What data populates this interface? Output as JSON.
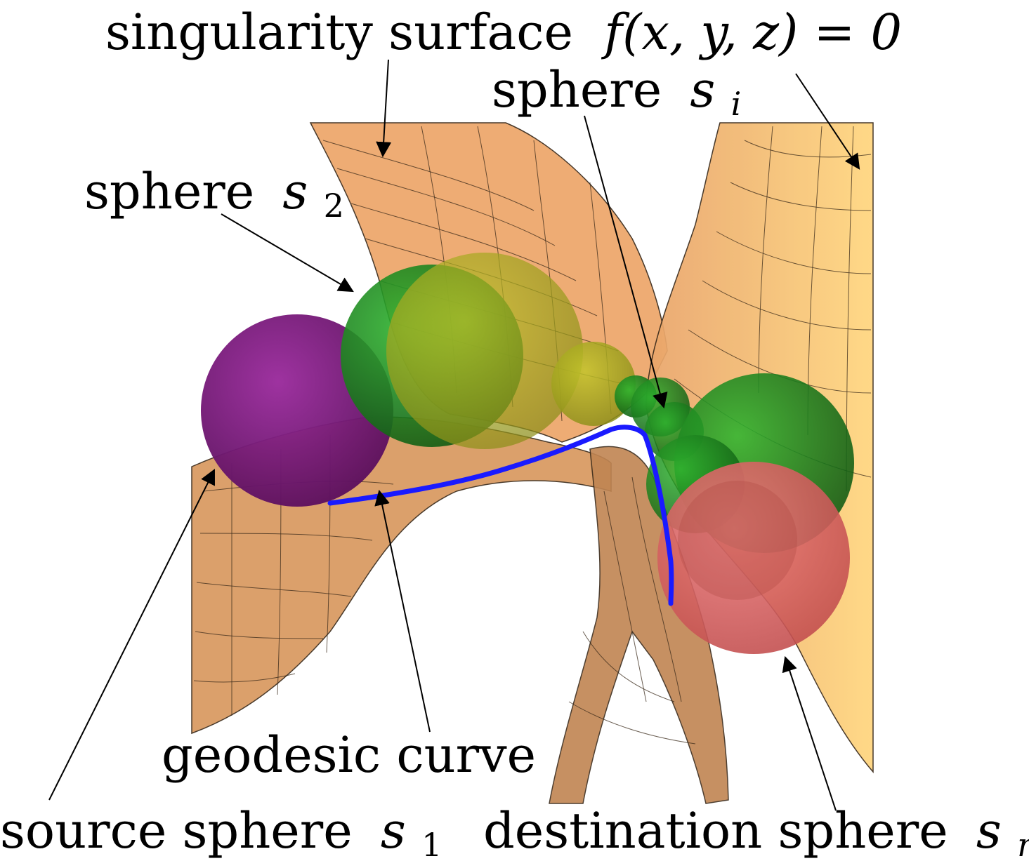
{
  "labels": {
    "singularity": {
      "text": "singularity surface",
      "formula": "f(x, y, z) = 0"
    },
    "sphere_i": {
      "text": "sphere",
      "sym": "s",
      "sub": "i"
    },
    "sphere_2": {
      "text": "sphere",
      "sym": "s",
      "sub": "2"
    },
    "geodesic": {
      "text": "geodesic curve"
    },
    "source": {
      "text": "source sphere",
      "sym": "s",
      "sub": "1"
    },
    "destination": {
      "text": "destination sphere",
      "sym": "s",
      "sub": "n"
    }
  },
  "colors": {
    "surface": "#e9a46a",
    "surface_light": "#ffd98a",
    "surface_dark": "#a97844",
    "source_sphere": "#7d1a7e",
    "green_sphere": "#1f8a1f",
    "yellow_sphere": "#a4a61e",
    "destination_sphere": "#de6b6b",
    "geodesic": "#1a1aff"
  }
}
